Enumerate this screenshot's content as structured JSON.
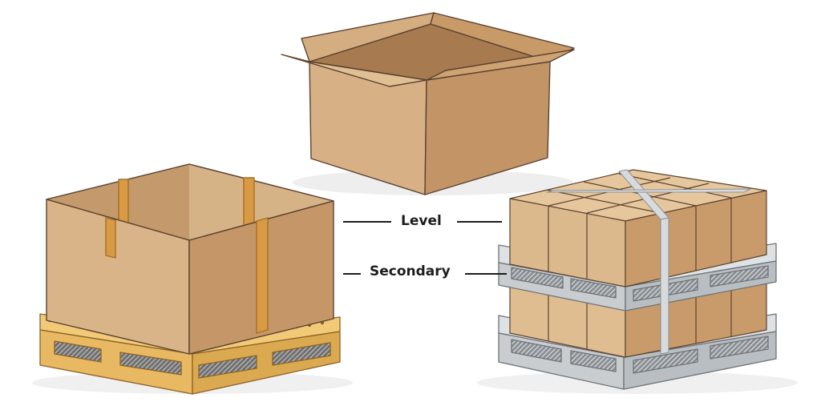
{
  "labels": {
    "level": "Level",
    "secondary": "Secondary"
  },
  "colors": {
    "cardboard_light": "#dcb98d",
    "cardboard_mid": "#c99e6b",
    "cardboard_dark": "#b5855a",
    "tape": "#d89a45",
    "wood_pallet": "#f0c46c",
    "plastic_pallet": "#cdd1d4",
    "strap": "#d7dbde",
    "outline": "#5b4330",
    "label_text": "#1c1c1c"
  },
  "illustration": {
    "items": [
      "open-cardboard-box",
      "open-bulk-bin-on-wood-pallet",
      "two-tier-palletized-load-with-strap"
    ]
  }
}
